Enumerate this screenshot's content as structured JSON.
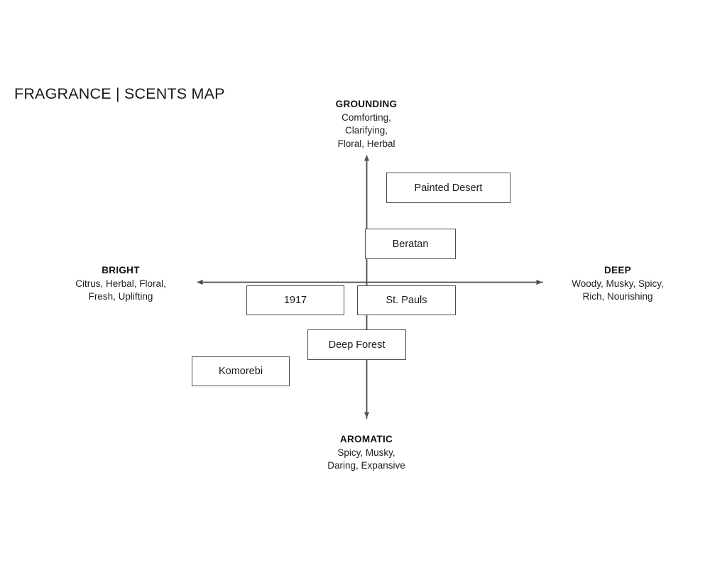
{
  "page": {
    "title": "FRAGRANCE | SCENTS MAP",
    "background": "#ffffff",
    "line_color": "#4d4d4d",
    "text_color": "#1a1a1a"
  },
  "chart_data": {
    "type": "scatter",
    "title": "FRAGRANCE | SCENTS MAP",
    "xlabel": "",
    "ylabel": "",
    "grid": false,
    "legend": "none",
    "xlim": [
      -1,
      1
    ],
    "ylim": [
      -1,
      1
    ],
    "axes": {
      "horizontal": {
        "left_pole": "BRIGHT",
        "right_pole": "DEEP"
      },
      "vertical": {
        "top_pole": "GROUNDING",
        "bottom_pole": "AROMATIC"
      }
    },
    "poles": [
      {
        "id": "grounding",
        "position": "top",
        "name": "GROUNDING",
        "desc": "Comforting,\nClarifying,\nFloral, Herbal"
      },
      {
        "id": "aromatic",
        "position": "bottom",
        "name": "AROMATIC",
        "desc": "Spicy, Musky,\nDaring, Expansive"
      },
      {
        "id": "bright",
        "position": "left",
        "name": "BRIGHT",
        "desc": "Citrus, Herbal, Floral,\nFresh, Uplifting"
      },
      {
        "id": "deep",
        "position": "right",
        "name": "DEEP",
        "desc": "Woody, Musky, Spicy,\nRich, Nourishing"
      }
    ],
    "items": [
      {
        "label": "Painted Desert",
        "x": 0.52,
        "y": 0.72
      },
      {
        "label": "Beratan",
        "x": 0.27,
        "y": 0.39
      },
      {
        "label": "1917",
        "x": -0.41,
        "y": -0.04
      },
      {
        "label": "St. Pauls",
        "x": 0.23,
        "y": -0.04
      },
      {
        "label": "Deep Forest",
        "x": -0.02,
        "y": -0.28
      },
      {
        "label": "Komorebi",
        "x": -0.69,
        "y": -0.49
      }
    ]
  }
}
